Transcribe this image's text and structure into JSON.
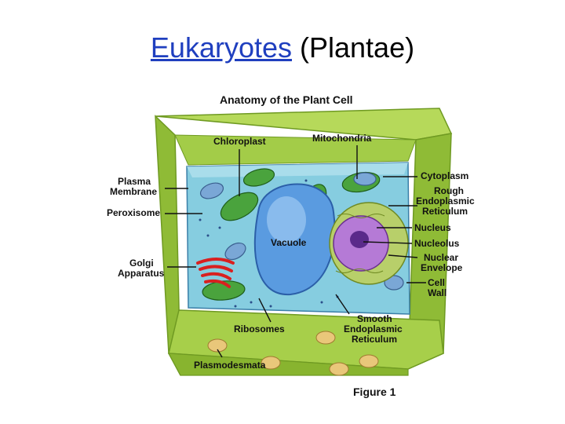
{
  "slide": {
    "title_link": "Eukaryotes",
    "title_rest": " (Plantae)"
  },
  "figure": {
    "title": "Anatomy of the Plant Cell",
    "caption": "Figure 1",
    "labels": {
      "chloroplast": "Chloroplast",
      "mitochondria": "Mitochondria",
      "cytoplasm": "Cytoplasm",
      "rough_er_1": "Rough",
      "rough_er_2": "Endoplasmic",
      "rough_er_3": "Reticulum",
      "plasma_membrane_1": "Plasma",
      "plasma_membrane_2": "Membrane",
      "peroxisome": "Peroxisome",
      "vacuole": "Vacuole",
      "nucleus": "Nucleus",
      "nucleolus": "Nucleolus",
      "nuclear_envelope_1": "Nuclear",
      "nuclear_envelope_2": "Envelope",
      "golgi_1": "Golgi",
      "golgi_2": "Apparatus",
      "cell_wall_1": "Cell",
      "cell_wall_2": "Wall",
      "ribosomes": "Ribosomes",
      "smooth_er_1": "Smooth",
      "smooth_er_2": "Endoplasmic",
      "smooth_er_3": "Reticulum",
      "plasmodesmata": "Plasmodesmata"
    },
    "colors": {
      "cell_wall": "#9bc53d",
      "cell_wall_dark": "#6f9a22",
      "cytoplasm": "#7fc7d9",
      "vacuole": "#4a8fd8",
      "nucleus": "#b06fd0",
      "chloroplast": "#3f9a35",
      "golgi": "#d92020"
    }
  }
}
